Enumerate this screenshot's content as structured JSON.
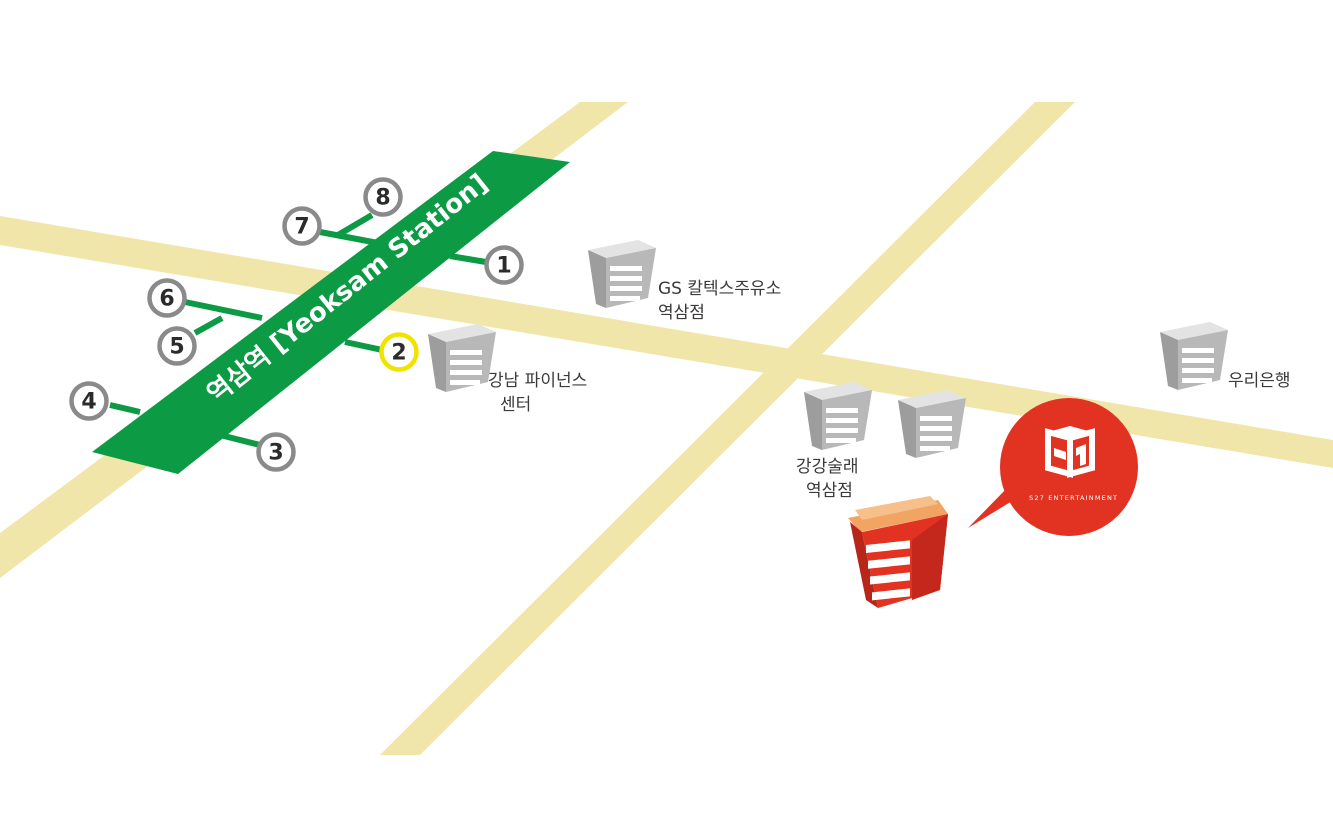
{
  "station": {
    "name": "역삼역 [Yeoksam Station]"
  },
  "exits": [
    {
      "number": "1",
      "highlight": false
    },
    {
      "number": "2",
      "highlight": true
    },
    {
      "number": "3",
      "highlight": false
    },
    {
      "number": "4",
      "highlight": false
    },
    {
      "number": "5",
      "highlight": false
    },
    {
      "number": "6",
      "highlight": false
    },
    {
      "number": "7",
      "highlight": false
    },
    {
      "number": "8",
      "highlight": false
    }
  ],
  "landmarks": {
    "gs": {
      "line1": "GS 칼텍스주유소",
      "line2": "역삼점"
    },
    "gangnam_finance": {
      "line1": "강남 파이넌스",
      "line2": "센터"
    },
    "gangsullae": {
      "line1": "강강술래",
      "line2": "역삼점"
    },
    "woori": {
      "line1": "우리은행"
    }
  },
  "destination": {
    "brand": "S27 ENTERTAINMENT",
    "icon": "s27-logo-icon"
  },
  "colors": {
    "road": "#f0e6aa",
    "station": "#0d9a45",
    "exit_ring": "#8a8a8a",
    "exit_highlight_ring": "#f2e200",
    "building_gray": "#b5b5b5",
    "destination_red": "#e23222",
    "destination_roof": "#f2a463"
  }
}
